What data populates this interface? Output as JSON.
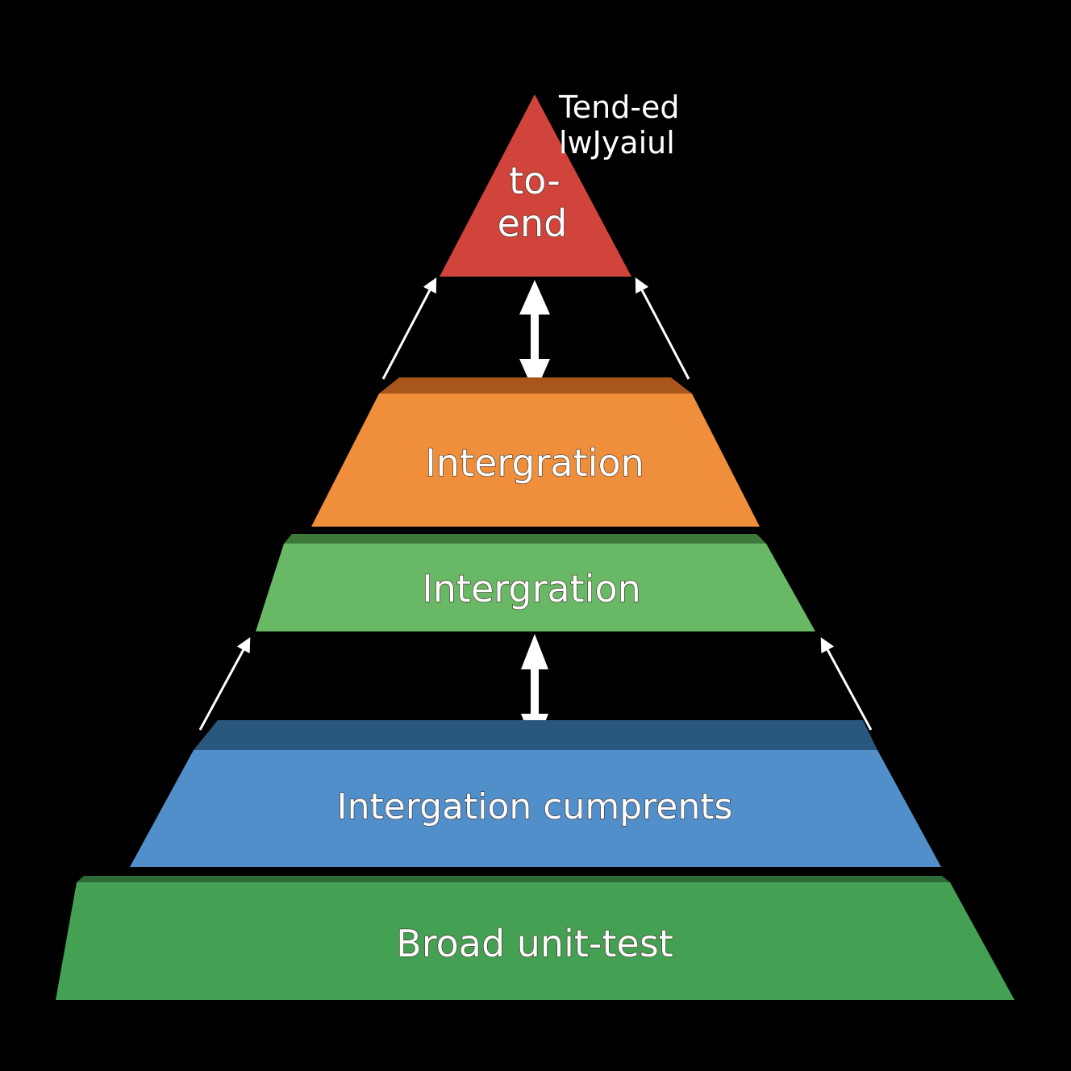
{
  "diagram": {
    "type": "test-pyramid",
    "annotation": {
      "line1": "Tend-ed",
      "line2": "lwJyaiul"
    },
    "levels": [
      {
        "id": "top",
        "label_line1": "to-",
        "label_line2": "end",
        "color": "#d0443b",
        "shape": "triangle"
      },
      {
        "id": "orange",
        "label": "Intergration",
        "color": "#ef8f3c",
        "top_color": "#a9561d"
      },
      {
        "id": "green-light",
        "label": "Intergration",
        "color": "#68b865",
        "top_color": "#3d7a3a"
      },
      {
        "id": "blue",
        "label": "Intergation cumprents",
        "color": "#518fcb",
        "top_color": "#2a577e"
      },
      {
        "id": "green-base",
        "label": "Broad unit-test",
        "color": "#44a052",
        "top_color": "#2c6b35"
      }
    ],
    "connectors": [
      {
        "between": [
          "top",
          "orange"
        ],
        "side_arrows": "up",
        "center_arrow": "double"
      },
      {
        "between": [
          "green-light",
          "blue"
        ],
        "side_arrows": "up",
        "center_arrow": "double"
      }
    ],
    "background": "#000000",
    "arrow_color": "#ffffff"
  }
}
